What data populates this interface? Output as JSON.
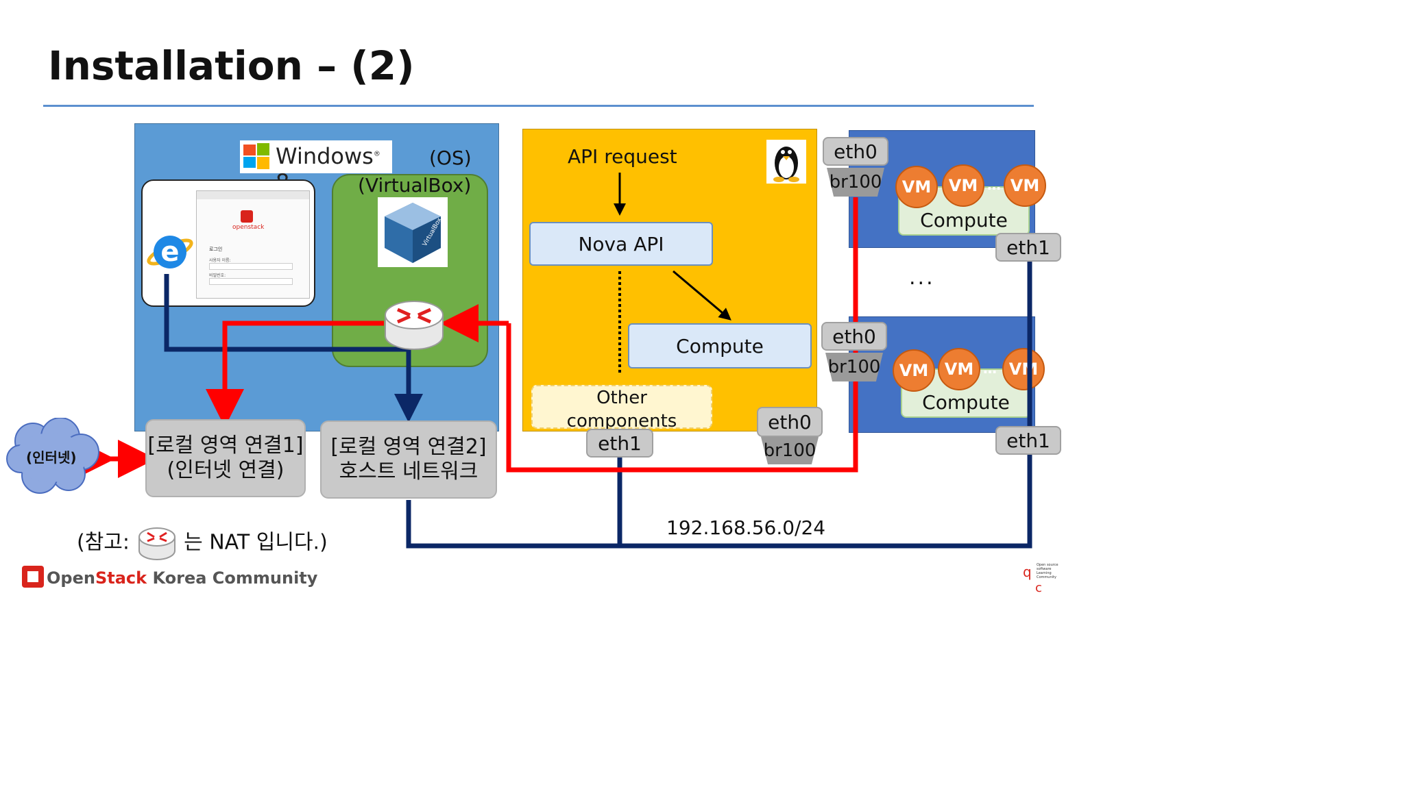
{
  "slide": {
    "title": "Installation – (2)"
  },
  "host": {
    "os_brand": "Windows",
    "os_version": "8",
    "os_label": "(OS)",
    "vbox_label": "(VirtualBox)",
    "browser_app": "openstack",
    "browser_login": "로그인",
    "browser_user": "사용자 이름:",
    "browser_pass": "비밀번호:"
  },
  "controller": {
    "api_request": "API request",
    "nova_api": "Nova API",
    "compute": "Compute",
    "other_line1": "Other",
    "other_line2": "components",
    "eth1": "eth1",
    "eth0": "eth0",
    "br100": "br100"
  },
  "compute_nodes": [
    {
      "eth0": "eth0",
      "br100": "br100",
      "vms": [
        "VM",
        "VM",
        "VM"
      ],
      "ellipsis": "…",
      "label": "Compute",
      "eth1": "eth1"
    },
    {
      "eth0": "eth0",
      "br100": "br100",
      "vms": [
        "VM",
        "VM",
        "VM"
      ],
      "ellipsis": "…",
      "label": "Compute",
      "eth1": "eth1"
    }
  ],
  "between_nodes": "...",
  "network": {
    "internet": "(인터넷)",
    "conn1_line1": "[로컬 영역 연결1]",
    "conn1_line2": "(인터넷 연결)",
    "conn2_line1": "[로컬 영역 연결2]",
    "conn2_line2": "호스트 네트워크",
    "subnet": "192.168.56.0/24"
  },
  "note": {
    "prefix": "(참고:",
    "suffix": "는 NAT 입니다.)"
  },
  "footer": {
    "brand_part1": "Open",
    "brand_part2": "Stack",
    "brand_part3": " Korea Community",
    "olc_text": "Open source software Learning Community"
  },
  "colors": {
    "red_line": "#ff0000",
    "blue_line": "#0b2766",
    "win_area": "#5b9bd5",
    "vbox_area": "#70ad47",
    "controller": "#ffc000",
    "compute_node": "#4472c4",
    "vm": "#ed7d31"
  }
}
